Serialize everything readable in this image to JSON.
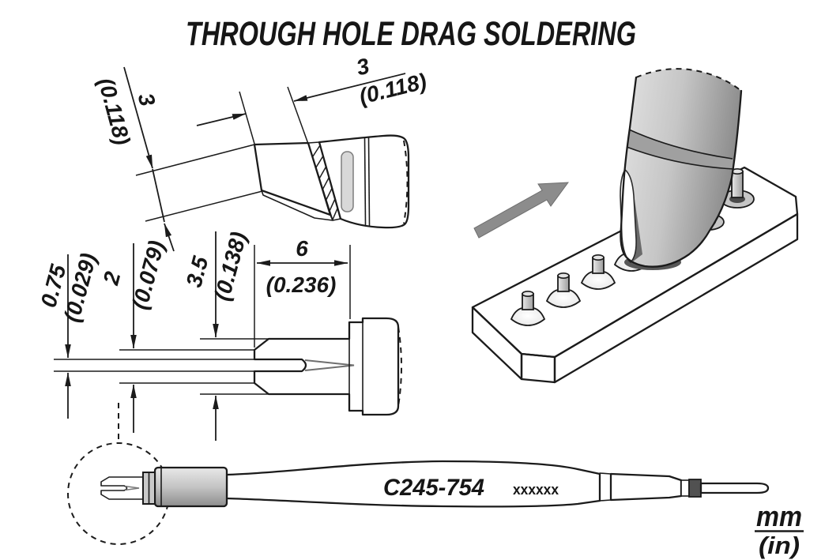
{
  "title": "THROUGH HOLE DRAG SOLDERING",
  "part": {
    "model": "C245-754",
    "serial_placeholder": "xxxxxx"
  },
  "units": {
    "metric": "mm",
    "imperial": "(in)"
  },
  "dimensions": {
    "blade_edge": {
      "mm": "3",
      "in": "(0.118)"
    },
    "blade_face": {
      "mm": "3",
      "in": "(0.118)"
    },
    "slot_width": {
      "mm": "0.75",
      "in": "(0.029)"
    },
    "prong_width": {
      "mm": "2",
      "in": "(0.079)"
    },
    "fork_outer": {
      "mm": "3.5",
      "in": "(0.138)"
    },
    "fork_length": {
      "mm": "6",
      "in": "(0.236)"
    }
  },
  "colors": {
    "line": "#1b1b1b",
    "board_top": "#6f6f6f",
    "board_left": "#5c5c5c",
    "board_front": "#454545",
    "board_facet": "#6e6e6e",
    "arrow": "#8c8c8c",
    "band_dark": "#515151",
    "metal_light": "#e9e9e9",
    "metal_mid": "#c2c2c2",
    "metal_dark": "#8f8f8f"
  }
}
